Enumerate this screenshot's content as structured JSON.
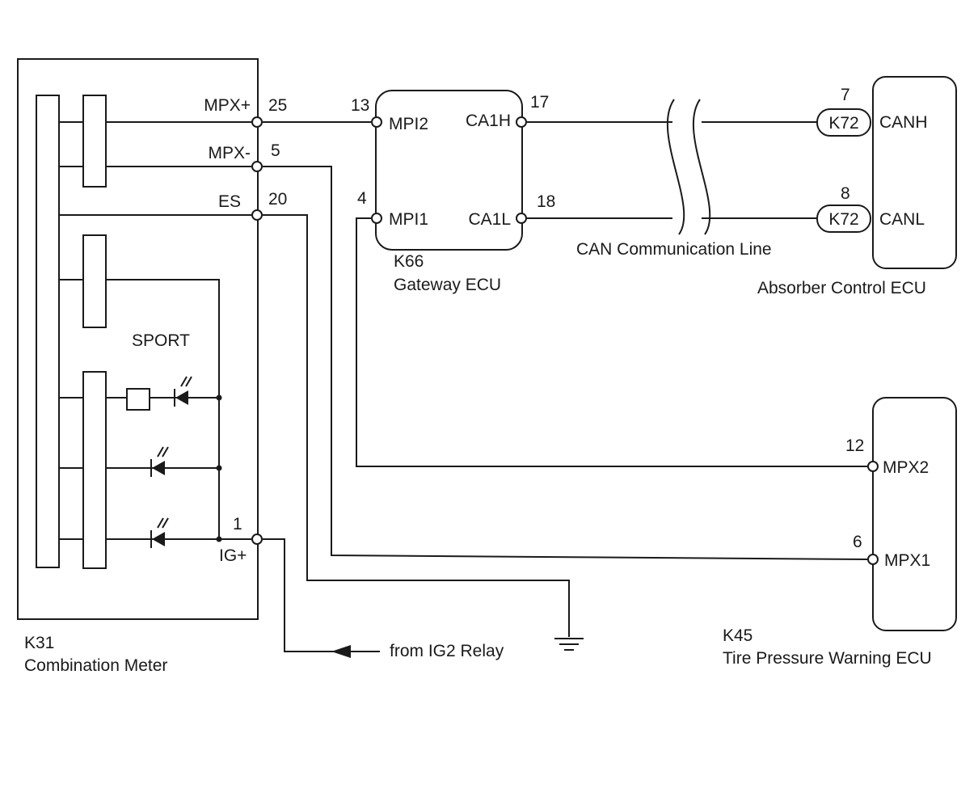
{
  "combination_meter": {
    "connector": "K31",
    "name": "Combination Meter",
    "pins": {
      "mpx_plus": {
        "label": "MPX+",
        "number": "25"
      },
      "mpx_minus": {
        "label": "MPX-",
        "number": "5"
      },
      "es": {
        "label": "ES",
        "number": "20"
      },
      "ig_plus": {
        "label": "IG+",
        "number": "1"
      }
    },
    "indicator_label": "SPORT"
  },
  "gateway_ecu": {
    "connector": "K66",
    "name": "Gateway ECU",
    "pins": {
      "mpi2": {
        "label": "MPI2",
        "number": "13"
      },
      "mpi1": {
        "label": "MPI1",
        "number": "4"
      },
      "ca1h": {
        "label": "CA1H",
        "number": "17"
      },
      "ca1l": {
        "label": "CA1L",
        "number": "18"
      }
    }
  },
  "absorber_ecu": {
    "name": "Absorber Control ECU",
    "pins": {
      "canh": {
        "label": "CANH",
        "number": "7",
        "connector": "K72"
      },
      "canl": {
        "label": "CANL",
        "number": "8",
        "connector": "K72"
      }
    }
  },
  "tire_pressure_ecu": {
    "connector": "K45",
    "name": "Tire Pressure Warning ECU",
    "pins": {
      "mpx2": {
        "label": "MPX2",
        "number": "12"
      },
      "mpx1": {
        "label": "MPX1",
        "number": "6"
      }
    }
  },
  "can_line_label": "CAN Communication Line",
  "ig2_relay_label": "from IG2 Relay"
}
